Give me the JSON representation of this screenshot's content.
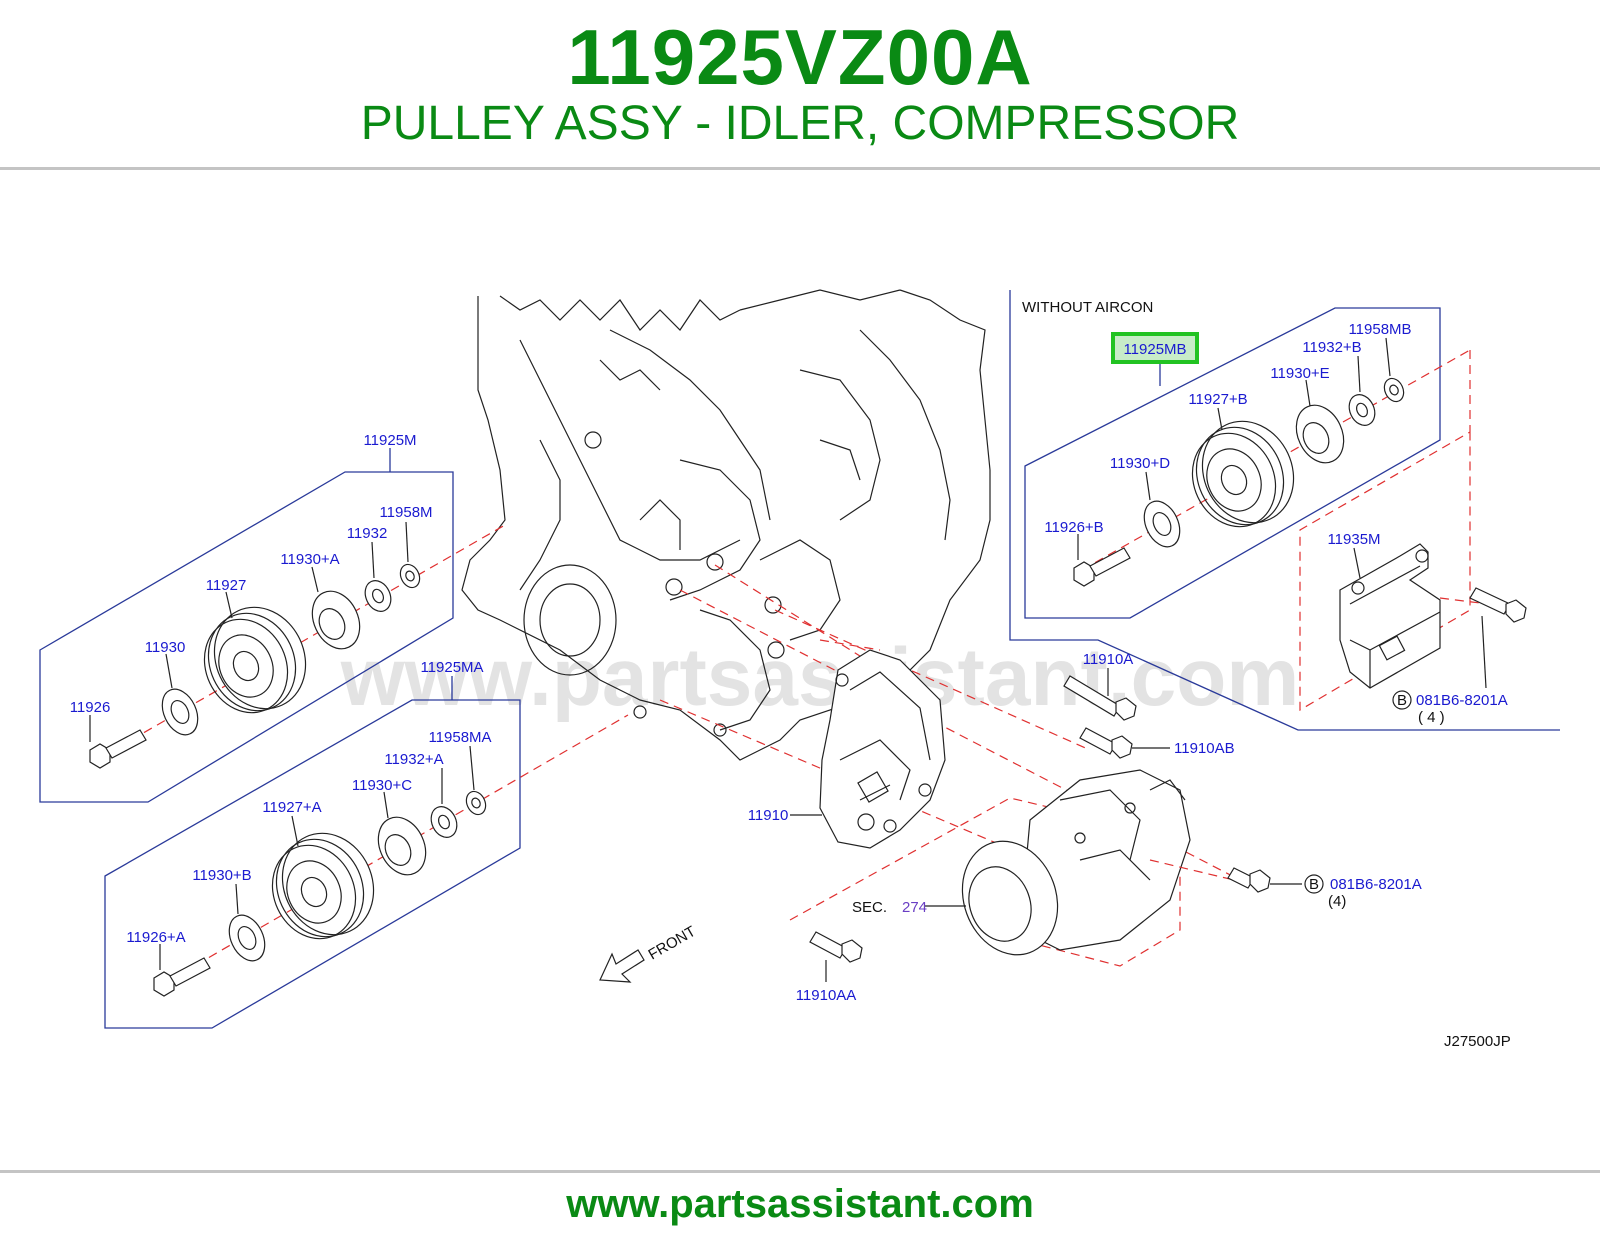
{
  "header": {
    "part_number": "11925VZ00A",
    "description": "PULLEY ASSY - IDLER, COMPRESSOR"
  },
  "footer": {
    "url": "www.partsassistant.com"
  },
  "colors": {
    "title_green": "#0a8a14",
    "callout_blue": "#1a1ad0",
    "highlight_green": "#22c322",
    "dash_red": "#e03030"
  },
  "diagram": {
    "watermark": "www.partsassistant.com",
    "without_aircon": "WITHOUT   AIRCON",
    "highlighted_part": "11925MB",
    "figure_code": "J27500JP",
    "front_label": "FRONT",
    "sec_label": "SEC.",
    "sec_number": "274",
    "circled_letter": "B",
    "callouts": {
      "g1_assy": "11925M",
      "g1_washer": "11958M",
      "g1_collar": "11932",
      "g1_cover_a": "11930+A",
      "g1_pulley": "11927",
      "g1_cover": "11930",
      "g1_bolt": "11926",
      "g2_assy": "11925MA",
      "g2_washer": "11958MA",
      "g2_collar": "11932+A",
      "g2_cover_c": "11930+C",
      "g2_pulley": "11927+A",
      "g2_cover_b": "11930+B",
      "g2_bolt": "11926+A",
      "g3_washer": "11958MB",
      "g3_collar": "11932+B",
      "g3_cover_e": "11930+E",
      "g3_pulley": "11927+B",
      "g3_cover_d": "11930+D",
      "g3_bolt": "11926+B",
      "bracket": "11935M",
      "bolt_b1": "081B6-8201A",
      "bolt_b1_qty": "( 4 )",
      "bolt_10a": "11910A",
      "bolt_10ab": "11910AB",
      "bracket_main": "11910",
      "bolt_b2": "081B6-8201A",
      "bolt_b2_qty": "(4)",
      "bolt_10aa": "11910AA"
    }
  }
}
